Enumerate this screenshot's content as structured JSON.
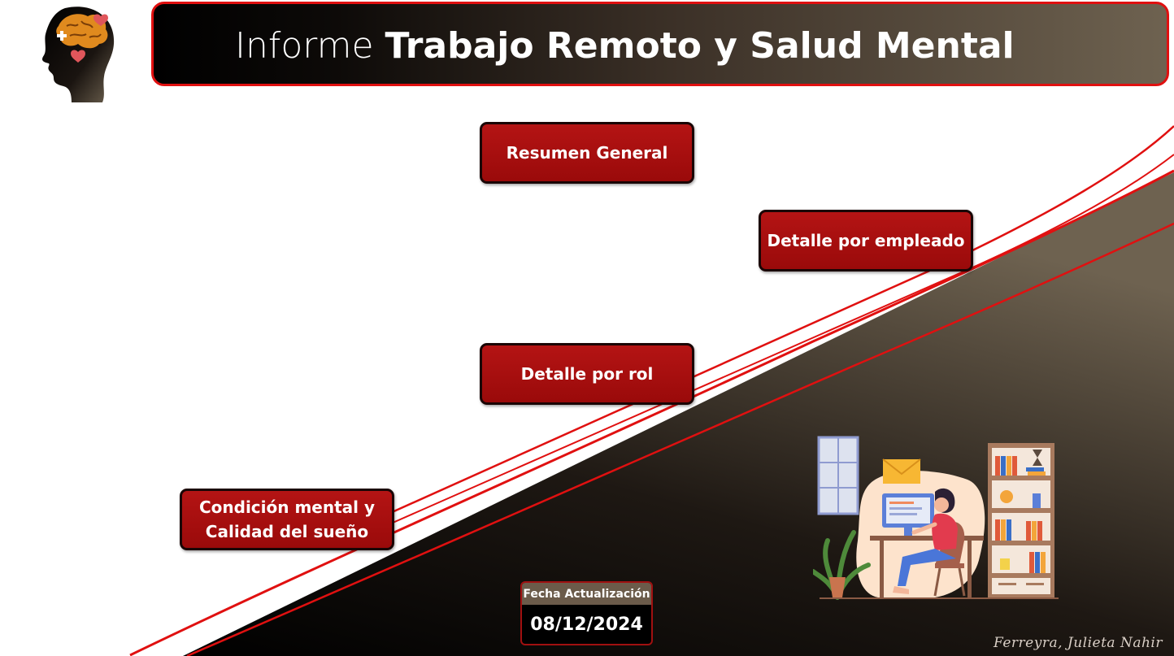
{
  "header": {
    "title_light": "Informe ",
    "title_bold": "Trabajo Remoto y Salud Mental"
  },
  "nav": {
    "resumen_general": "Resumen General",
    "detalle_empleado": "Detalle por empleado",
    "detalle_rol": "Detalle por rol",
    "condicion_mental": "Condición mental y\nCalidad del sueño"
  },
  "update": {
    "label": "Fecha Actualización",
    "date": "08/12/2024"
  },
  "footer": {
    "signature": "Ferreyra, Julieta Nahir"
  },
  "icons": {
    "logo": "head-brain-heart-icon",
    "illustration": "remote-worker-desk-illustration"
  },
  "colors": {
    "accent_red": "#e01010",
    "button_red": "#a50d0d",
    "dark": "#000000",
    "brown": "#6e6250"
  }
}
